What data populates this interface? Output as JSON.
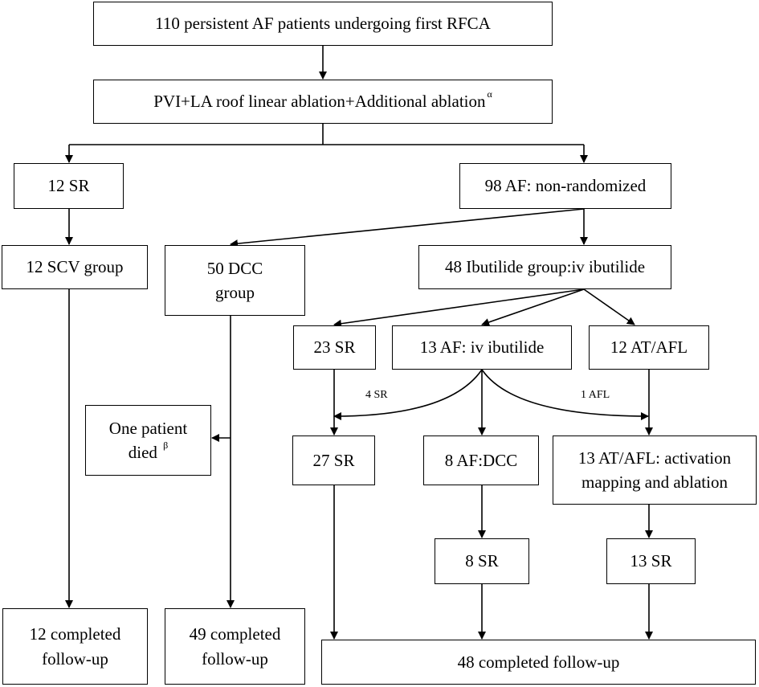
{
  "nodes": {
    "top": "110 persistent AF patients undergoing first RFCA",
    "ablation": {
      "text": "PVI+LA roof linear ablation+Additional ablation",
      "sup": "α"
    },
    "sr12": "12 SR",
    "af98": "98 AF: non-randomized",
    "scv": "12 SCV group",
    "dcc50": [
      "50 DCC",
      "group"
    ],
    "ibutilide48": "48 Ibutilide group:iv ibutilide",
    "sr23": "23 SR",
    "af13": "13 AF: iv ibutilide",
    "atafl12": "12 AT/AFL",
    "died": {
      "line1": "One patient",
      "line2": "died",
      "sup": "β"
    },
    "sr27": "27 SR",
    "afdcc8": "8 AF:DCC",
    "atafl13": [
      "13 AT/AFL: activation",
      "mapping and ablation"
    ],
    "sr8": "8 SR",
    "sr13": "13 SR",
    "fu12": [
      "12 completed",
      "follow-up"
    ],
    "fu49": [
      "49 completed",
      "follow-up"
    ],
    "fu48": "48 completed follow-up"
  },
  "edge_labels": {
    "sr4": "4 SR",
    "afl1": "1 AFL"
  }
}
